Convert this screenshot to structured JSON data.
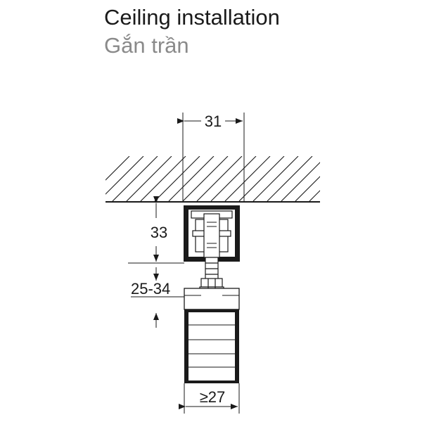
{
  "header": {
    "title": "Ceiling installation",
    "subtitle": "Gắn trần"
  },
  "dimensions": {
    "top_width": "31",
    "track_height": "33",
    "adjust_range": "25-34",
    "door_thickness": "≥27"
  },
  "colors": {
    "line": "#1a1a1a",
    "subtitle": "#8a8a8a"
  }
}
